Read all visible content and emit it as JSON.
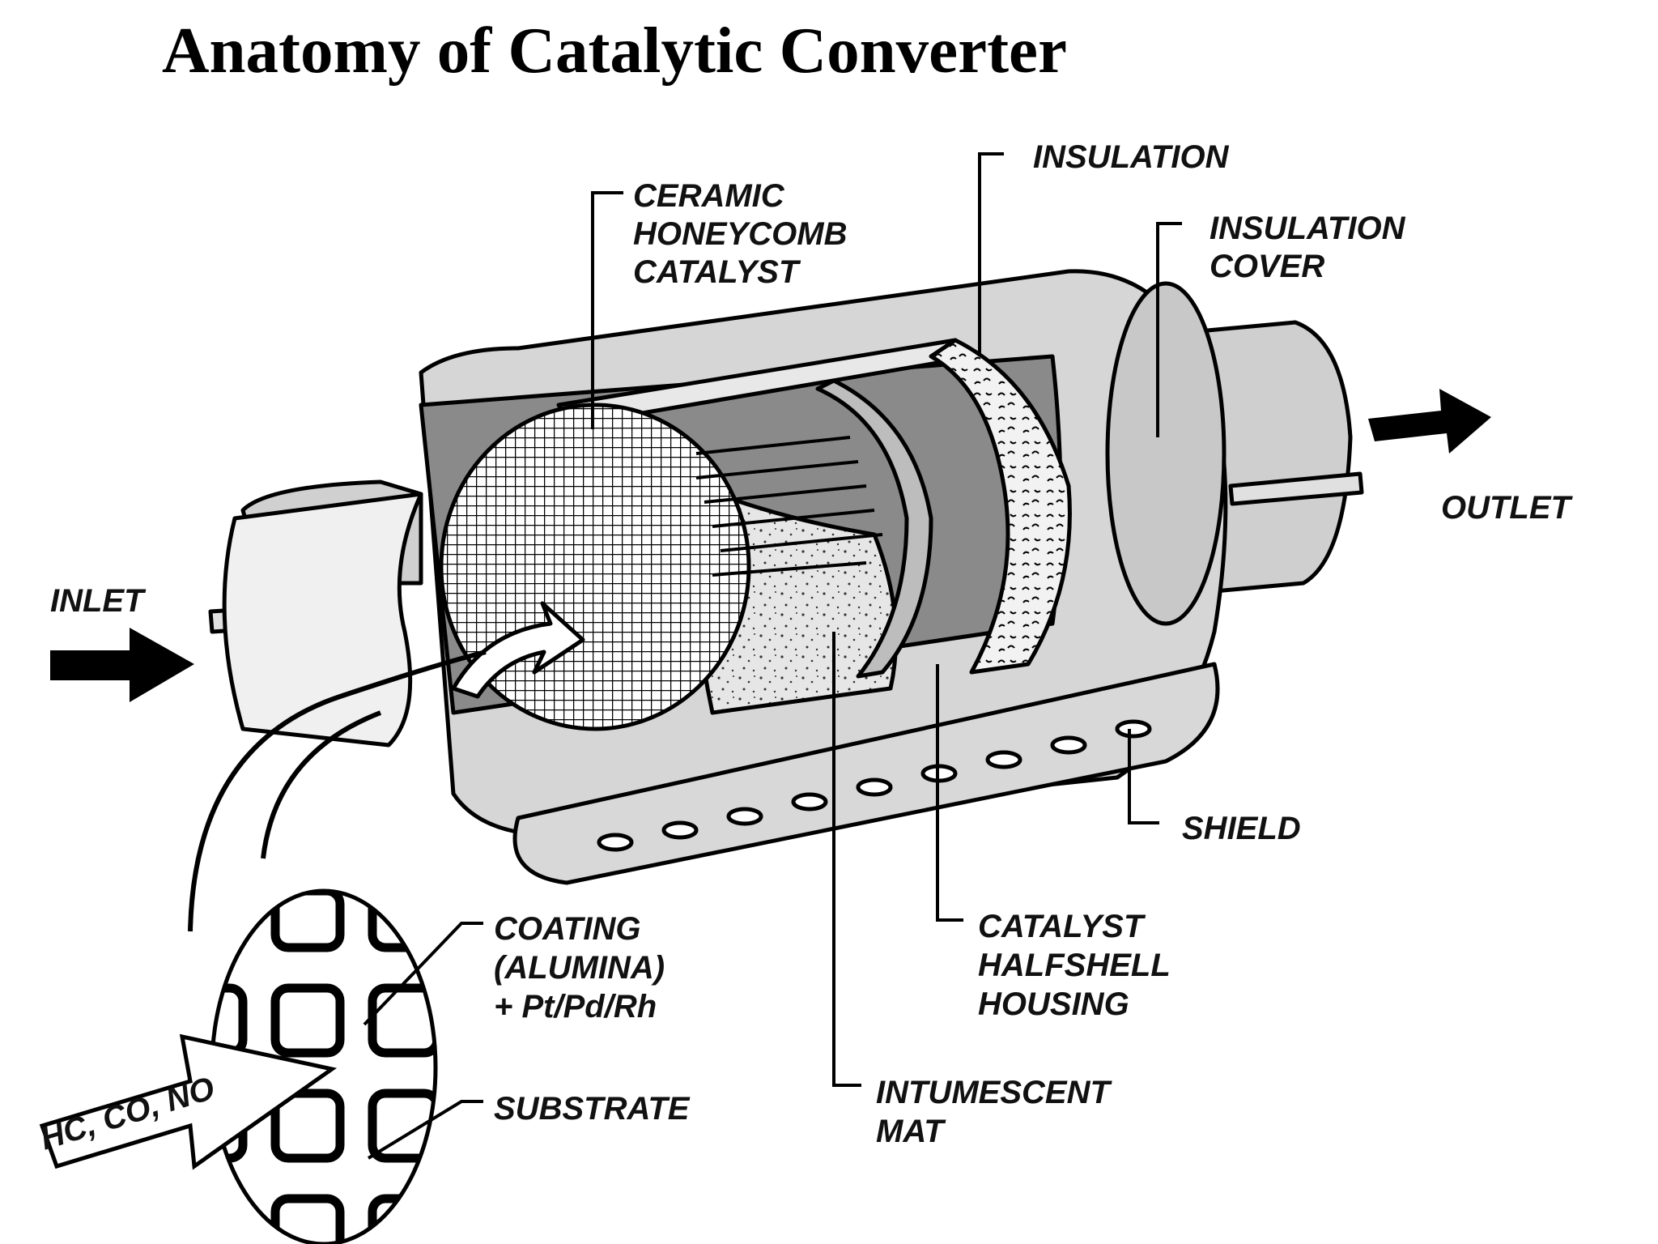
{
  "title": "Anatomy of Catalytic Converter",
  "labels": {
    "inlet": "INLET",
    "outlet": "OUTLET",
    "ceramic_honeycomb_catalyst": [
      "CERAMIC",
      "HONEYCOMB",
      "CATALYST"
    ],
    "insulation": "INSULATION",
    "insulation_cover": [
      "INSULATION",
      "COVER"
    ],
    "shield": "SHIELD",
    "catalyst_halfshell_housing": [
      "CATALYST",
      "HALFSHELL",
      "HOUSING"
    ],
    "intumescent_mat": [
      "INTUMESCENT",
      "MAT"
    ],
    "coating": [
      "COATING",
      "(ALUMINA)",
      "+ Pt/Pd/Rh"
    ],
    "substrate": "SUBSTRATE",
    "gases": "HC, CO, NO"
  },
  "colors": {
    "ink": "#000000",
    "shell": "#d9d9d9",
    "cover": "#cfcfcf",
    "mat": "#bdbdbd",
    "background": "#ffffff"
  }
}
